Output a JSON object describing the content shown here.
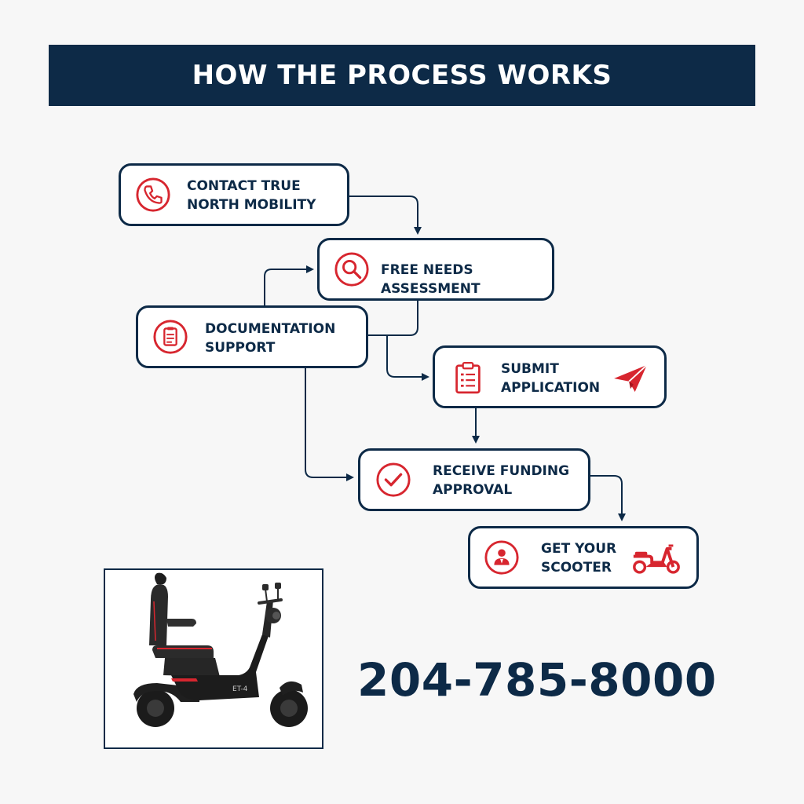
{
  "header": {
    "title": "HOW THE PROCESS WORKS"
  },
  "steps": [
    {
      "label": "CONTACT TRUE\nNORTH MOBILITY",
      "icon": "phone-icon"
    },
    {
      "label": "FREE NEEDS ASSESSMENT",
      "icon": "magnifier-icon"
    },
    {
      "label": "DOCUMENTATION\nSUPPORT",
      "icon": "document-icon"
    },
    {
      "label": "SUBMIT\nAPPLICATION",
      "icon": "clipboard-icon",
      "extra_icon": "paper-plane-icon"
    },
    {
      "label": "RECEIVE FUNDING\nAPPROVAL",
      "icon": "checkmark-icon"
    },
    {
      "label": "GET YOUR\nSCOOTER",
      "icon": "person-icon",
      "extra_icon": "scooter-icon"
    }
  ],
  "product": {
    "model_badge": "ET-4",
    "image_icon": "mobility-scooter-photo"
  },
  "contact": {
    "phone": "204-785-8000"
  },
  "colors": {
    "navy": "#0d2a47",
    "accent_red": "#d7262f",
    "background": "#f7f7f7"
  }
}
